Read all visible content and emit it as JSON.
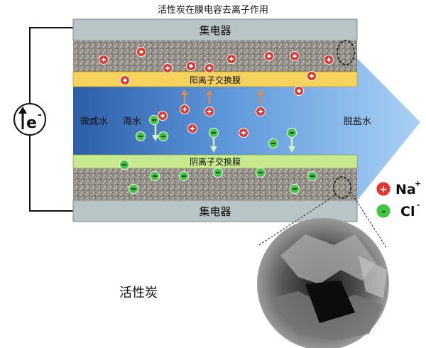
{
  "title": "活性炭在膜电容去离子作用",
  "labels": {
    "collector_top": "集电器",
    "collector_bottom": "集电器",
    "cation_membrane": "阳离子交换膜",
    "anion_membrane": "阴离子交换膜",
    "brackish_water": "微咸水",
    "seawater": "海水",
    "desalinated_water": "脱盐水",
    "electron": "e",
    "electron_sup": "-",
    "activated_carbon": "活性炭"
  },
  "legend": [
    {
      "symbol": "+",
      "label": "Na",
      "sup": "+",
      "color": "#e8322a"
    },
    {
      "symbol": "-",
      "label": "Cl",
      "sup": "-",
      "color": "#3cc83c"
    }
  ],
  "colors": {
    "collector": "#b9c4c7",
    "cation_membrane": "#f6d35c",
    "anion_membrane": "#c9e98f",
    "water_dark": "#2f64b0",
    "water_light": "#9fcaf2",
    "carbon": "#8e8a85"
  }
}
